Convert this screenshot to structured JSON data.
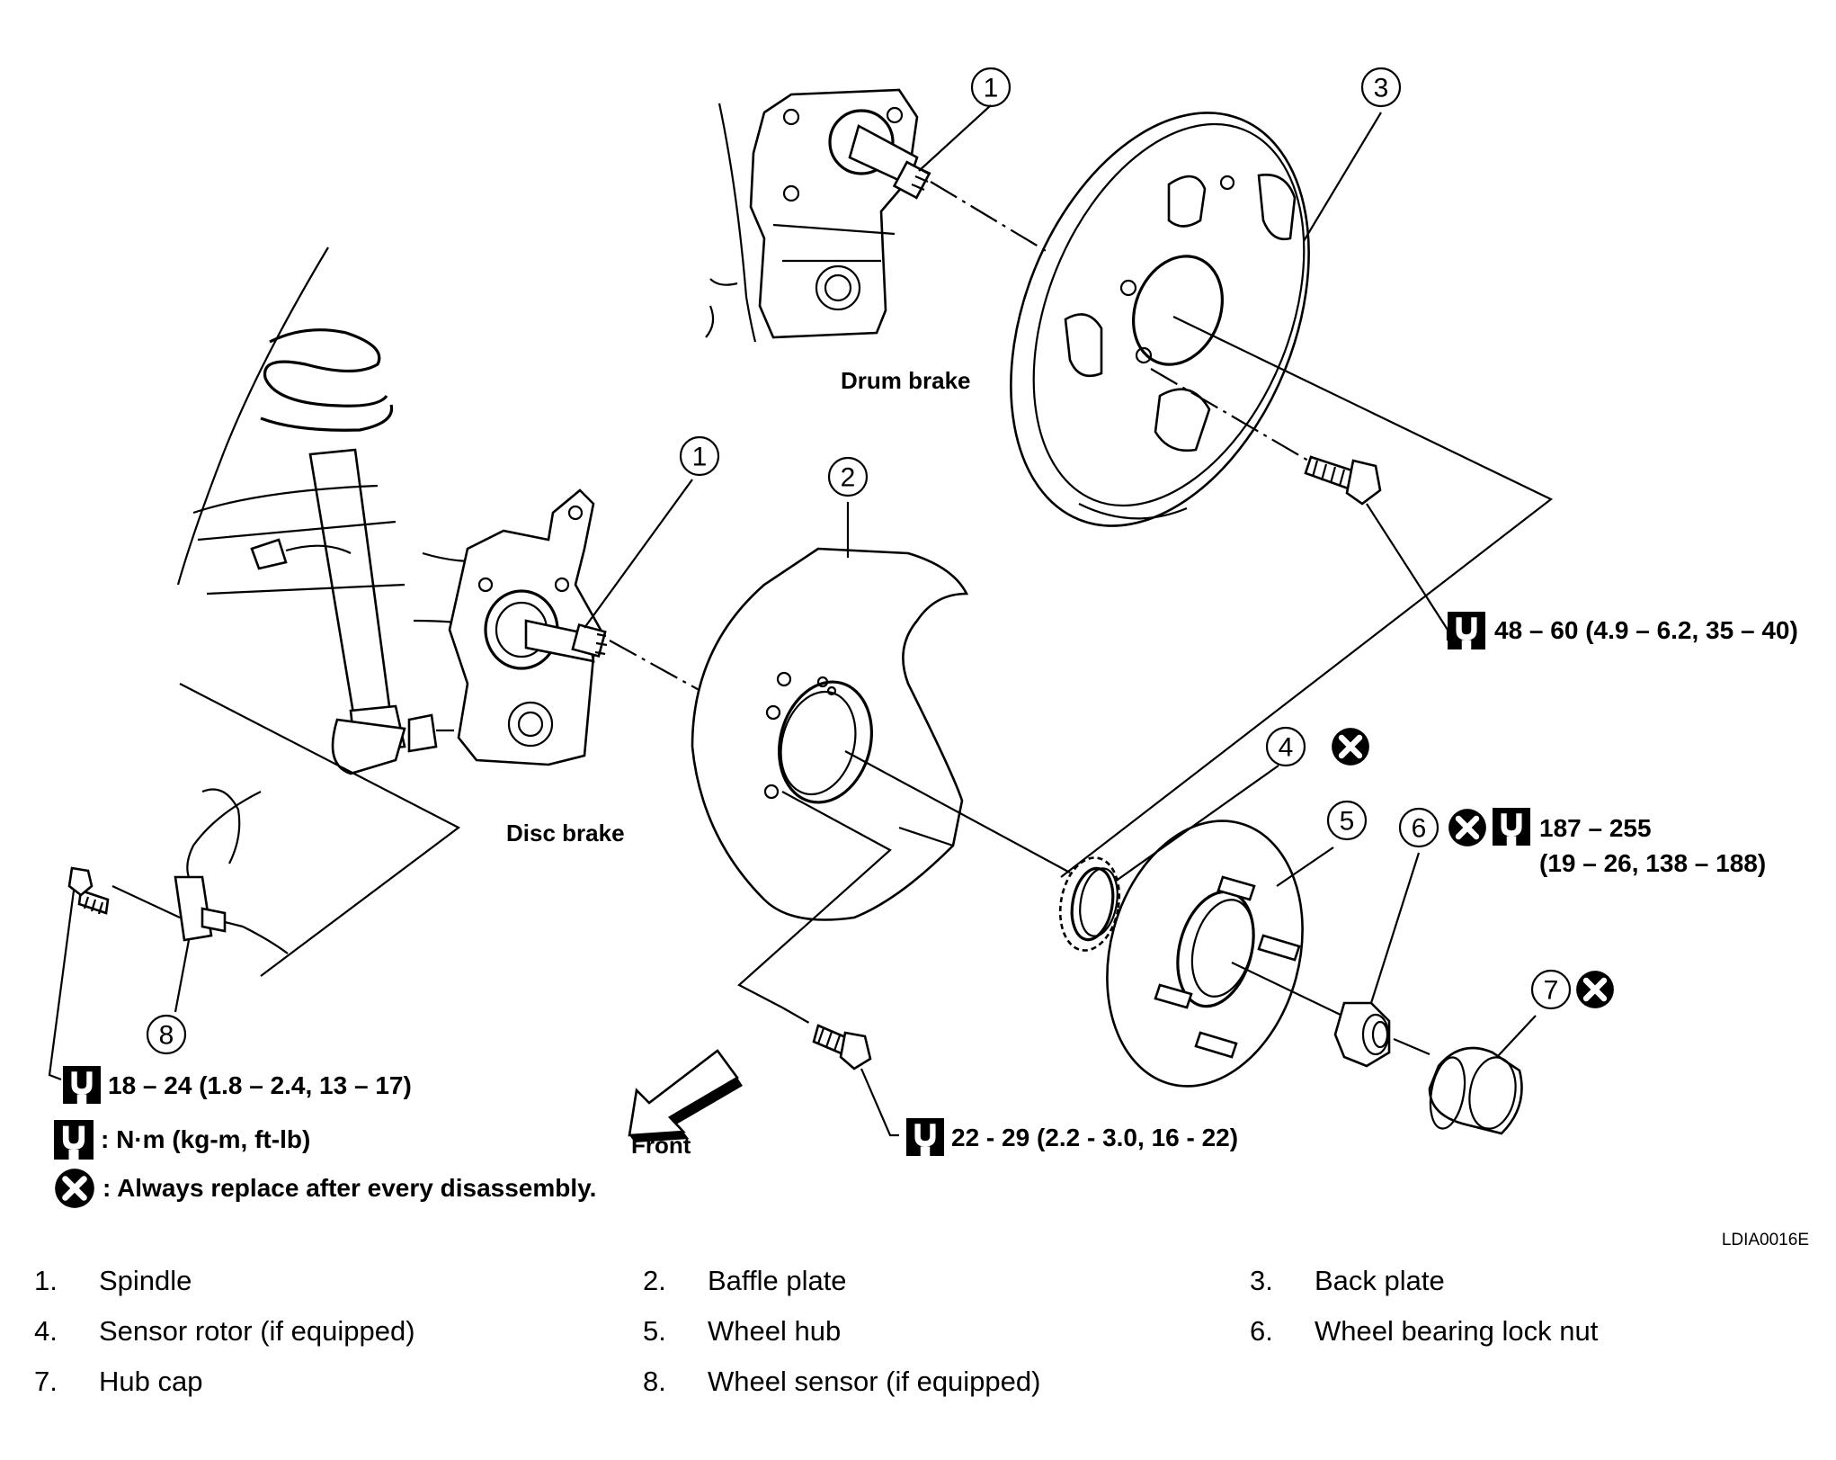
{
  "diagram": {
    "labels": {
      "drum_brake": "Drum brake",
      "disc_brake": "Disc brake",
      "front": "Front",
      "code": "LDIA0016E"
    },
    "callouts": {
      "c1a": "1",
      "c1b": "1",
      "c2": "2",
      "c3": "3",
      "c4": "4",
      "c5": "5",
      "c6": "6",
      "c7": "7",
      "c8": "8"
    },
    "torque": {
      "back_plate_bolt": "48 – 60 (4.9 – 6.2, 35 – 40)",
      "lock_nut_line1": "187 – 255",
      "lock_nut_line2": "(19 – 26, 138 – 188)",
      "sensor_bolt": "18 – 24 (1.8 – 2.4, 13 – 17)",
      "baffle_bolt": "22 - 29 (2.2 - 3.0, 16 - 22)"
    },
    "key": {
      "torque_units": ": N·m (kg-m, ft-lb)",
      "replace_note": ": Always replace after every disassembly."
    },
    "icons": [
      "torque-wrench-icon",
      "replace-x-icon",
      "front-arrow-icon"
    ]
  },
  "legend": [
    {
      "num": "1.",
      "label": "Spindle"
    },
    {
      "num": "2.",
      "label": "Baffle plate"
    },
    {
      "num": "3.",
      "label": "Back plate"
    },
    {
      "num": "4.",
      "label": "Sensor rotor (if equipped)"
    },
    {
      "num": "5.",
      "label": "Wheel hub"
    },
    {
      "num": "6.",
      "label": "Wheel bearing lock nut"
    },
    {
      "num": "7.",
      "label": "Hub cap"
    },
    {
      "num": "8.",
      "label": "Wheel sensor (if equipped)"
    }
  ]
}
